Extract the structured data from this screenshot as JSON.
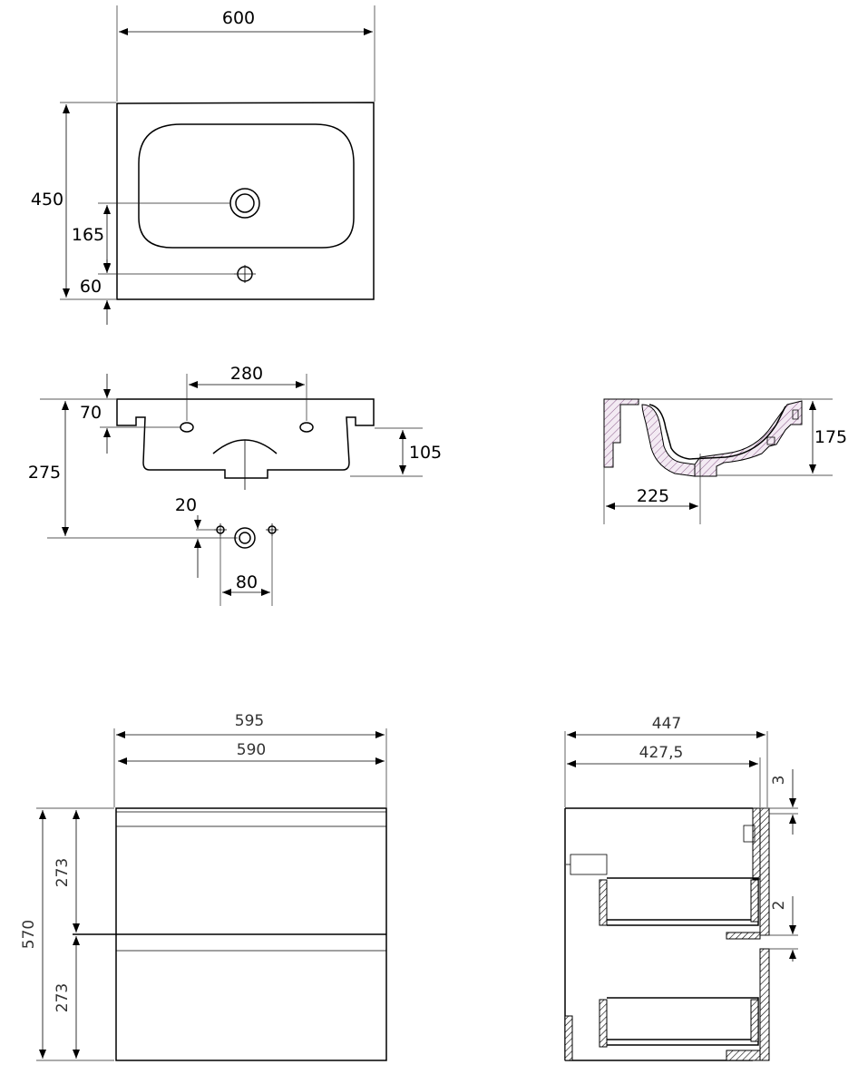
{
  "basin_top_view": {
    "width": "600",
    "depth": "450",
    "tap_offset": "165",
    "overflow_offset": "60"
  },
  "basin_front_view": {
    "tap_spacing": "280",
    "front_rim_height": "70",
    "bowl_depth": "105",
    "waste_height": "275"
  },
  "fixing_points": {
    "vertical_offset": "20",
    "horizontal_spacing": "80"
  },
  "basin_section_view": {
    "height": "175",
    "waste_distance": "225"
  },
  "cabinet_front_view": {
    "outer_width": "595",
    "inner_width": "590",
    "total_height": "570",
    "drawer_top_height": "273",
    "drawer_bottom_height": "273"
  },
  "cabinet_side_view": {
    "outer_depth": "447",
    "inner_depth": "427,5",
    "top_gap": "3",
    "mid_gap": "2"
  }
}
